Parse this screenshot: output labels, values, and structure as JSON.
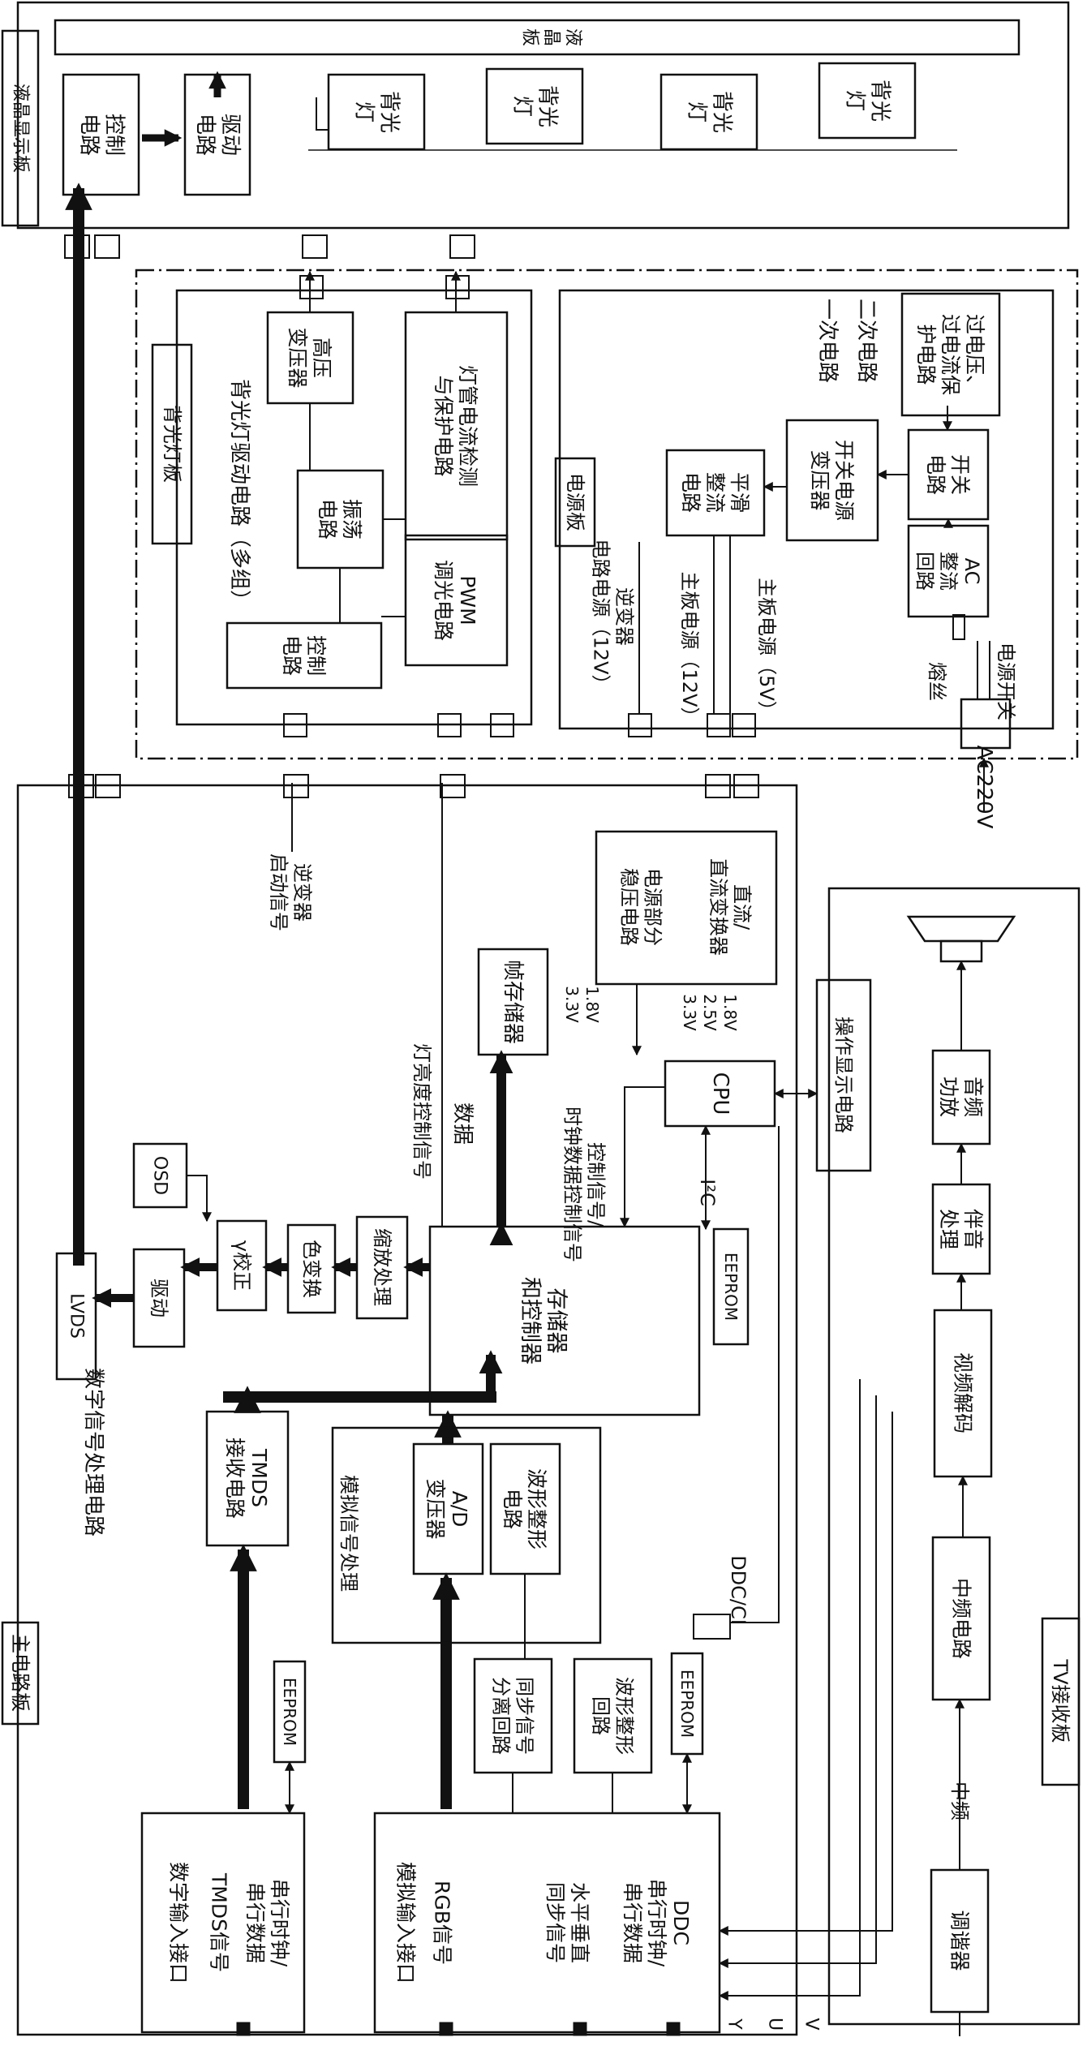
{
  "boards": {
    "lcd_display": "液晶显示板",
    "power": "电源板",
    "backlight": "背光灯板",
    "main": "主电路板",
    "tv_receiver": "TV接收板"
  },
  "lcd": {
    "panel": "液晶板",
    "control": "控制电路",
    "driver": "驱动电路",
    "lamp": "背光灯"
  },
  "backlight": {
    "group_title": "背光灯驱动电路（多组）",
    "control": "控制电路",
    "oscillator": "振荡电路",
    "hv_transformer": "高压变压器",
    "pwm": "PWM调光电路",
    "lamp_detect": "灯管电流检测与保护电路"
  },
  "power": {
    "primary": "一次电路",
    "secondary": "二次电路",
    "protection": "过电压、过电流保护电路",
    "switch_circuit": "开关电路",
    "switch_transformer": "开关电源变压器",
    "ac_rectifier": "AC整流回路",
    "smoothing": "平滑整流电路",
    "inverter_out": "逆变器电路电源（12V）",
    "main_12v": "主板电源（12V）",
    "main_5v": "主板电源（5V）",
    "fuse": "熔丝",
    "power_switch": "电源开关",
    "ac_in": "AC220V"
  },
  "main": {
    "dsp_title": "数字信号处理电路",
    "lvds": "LVDS",
    "drive": "驱动",
    "osd": "OSD",
    "gamma": "γ校正",
    "color": "色变换",
    "scale": "缩放处理",
    "memory_ctrl": "存储器和控制器",
    "frame_mem": "帧存储器",
    "data": "数据",
    "lamp_brightness": "灯亮度控制信号",
    "ctrl_signal": "控制信号/时钟数据控制信号",
    "inverter_start": "逆变器启动信号",
    "psu_section": "电源部分稳压电路",
    "dcdc": "直流/直流变换器",
    "v33": "3.3V",
    "v18": "1.8V",
    "v25": "2.5V",
    "cpu": "CPU",
    "op_display": "操作显示电路",
    "i2c": "I²C",
    "eeprom": "EEPROM",
    "tmds_rx": "TMDS接收电路",
    "analog_title": "模拟信号处理",
    "adc": "A/D变压器",
    "wave_shape": "波形整形电路",
    "sync_sep": "同步信号分离回路",
    "wave_loop": "波形整形回路",
    "ddc_ci": "DDC/CI",
    "digital_in": "数字输入接口",
    "tmds_sig": "TMDS信号",
    "serial_clk": "串行时钟/串行数据",
    "analog_in": "模拟输入接口",
    "rgb_sig": "RGB信号",
    "hv_sync": "水平垂直同步信号",
    "ddc_serial": "DDC串行时钟/串行数据"
  },
  "tv": {
    "tuner": "调谐器",
    "if_label": "中频",
    "if_circuit": "中频电路",
    "video_decode": "视频解码",
    "sound_proc": "伴音处理",
    "audio_amp": "音频功放",
    "y": "Y",
    "u": "U",
    "v": "V"
  }
}
